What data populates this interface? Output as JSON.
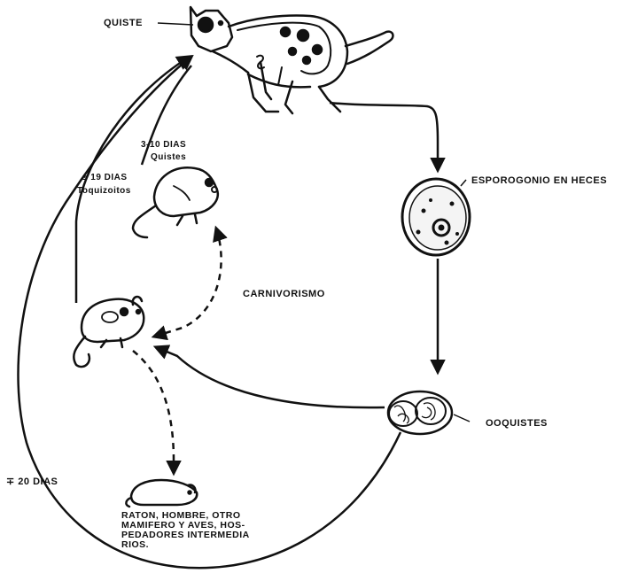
{
  "labels": {
    "quiste": "QUISTE",
    "days_3_10": "3-10 DIAS",
    "quistes": "Quistes",
    "days_19": "± 19 DIAS",
    "toquizoitos": "Toquizoitos",
    "esporogonio": "ESPOROGONIO EN HECES",
    "carnivorismo": "CARNIVORISMO",
    "ooquistes": "OOQUISTES",
    "days_20": "∓ 20 DIAS",
    "hospedadores": "RATON, HOMBRE, OTRO MAMIFERO Y AVES, HOS- PEDADORES INTERMEDIA RIOS."
  },
  "colors": {
    "ink": "#111111",
    "paper": "#ffffff"
  },
  "icons": [
    "cat",
    "mouse-upper",
    "mouse-lower",
    "small-rodent",
    "sporulating-oocyst",
    "oocysts-cluster"
  ]
}
